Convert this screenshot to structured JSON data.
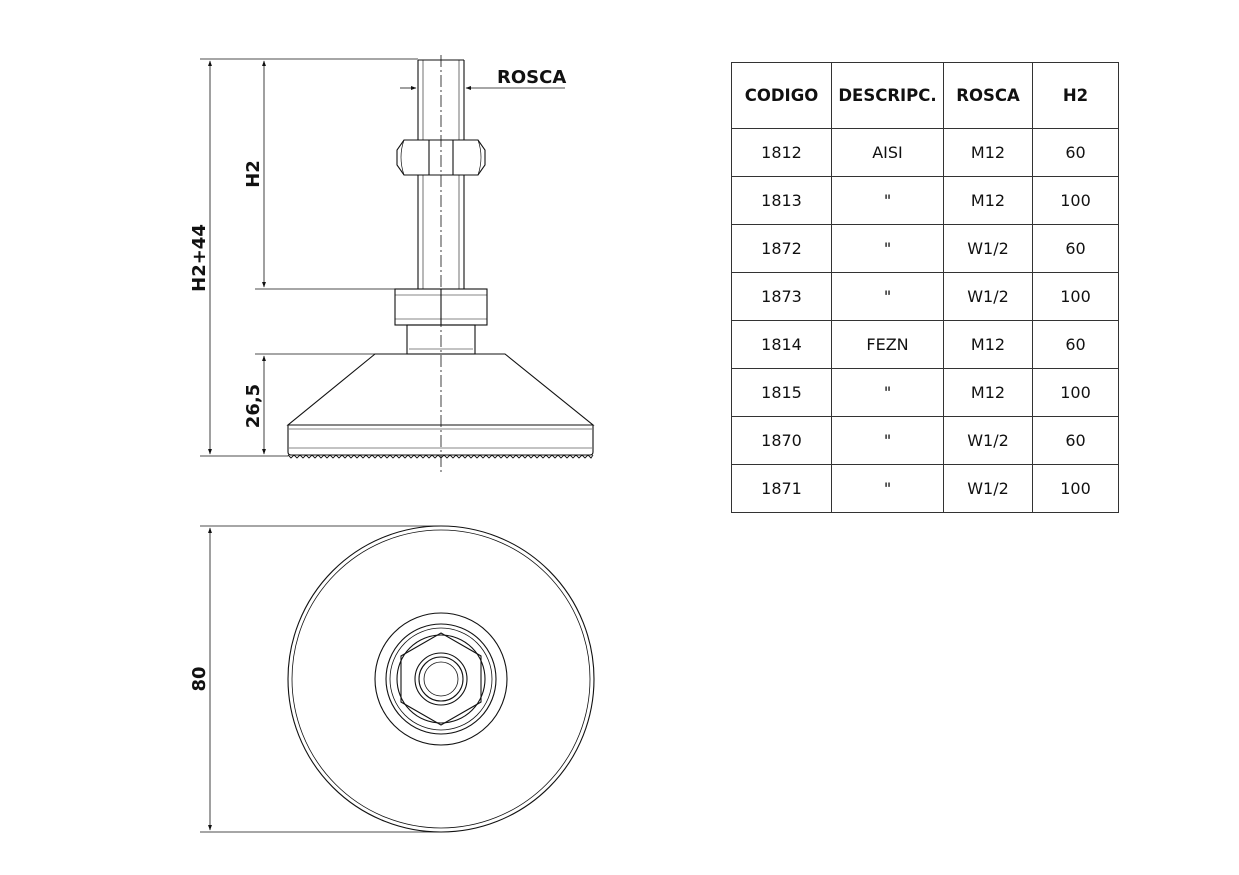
{
  "drawing": {
    "thread_label": "ROSCA",
    "dim_h2": "H2",
    "dim_total": "H2+44",
    "dim_base": "26,5",
    "dim_diameter": "80"
  },
  "table": {
    "headers": [
      "CODIGO",
      "DESCRIPC.",
      "ROSCA",
      "H2"
    ],
    "rows": [
      [
        "1812",
        "AISI",
        "M12",
        "60"
      ],
      [
        "1813",
        "\"",
        "M12",
        "100"
      ],
      [
        "1872",
        "\"",
        "W1/2",
        "60"
      ],
      [
        "1873",
        "\"",
        "W1/2",
        "100"
      ],
      [
        "1814",
        "FEZN",
        "M12",
        "60"
      ],
      [
        "1815",
        "\"",
        "M12",
        "100"
      ],
      [
        "1870",
        "\"",
        "W1/2",
        "60"
      ],
      [
        "1871",
        "\"",
        "W1/2",
        "100"
      ]
    ]
  }
}
